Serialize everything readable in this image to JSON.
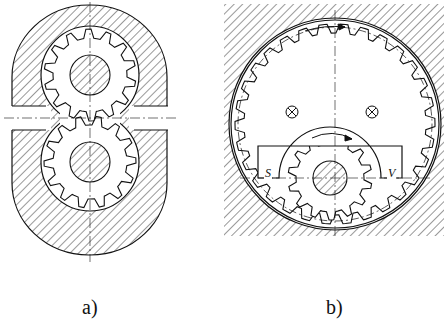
{
  "diagram": {
    "labels": [
      "S",
      "V",
      "a)",
      "b)"
    ]
  }
}
